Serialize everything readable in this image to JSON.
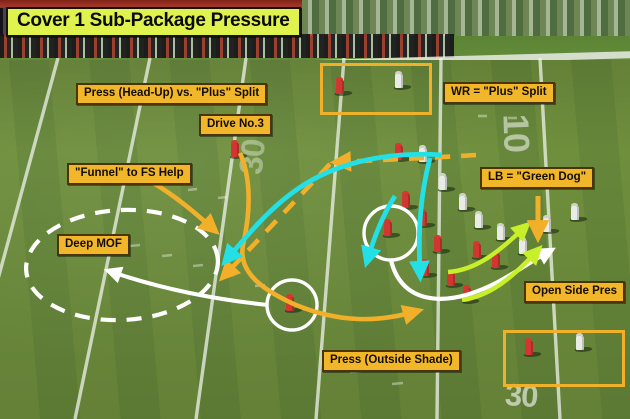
{
  "title": {
    "text": "Cover 1 Sub-Package Pressure",
    "bg_color": "#dff24e",
    "text_color": "#0b0b06"
  },
  "theme": {
    "label_bg": "#f2b62a",
    "label_border": "#4a3408",
    "highlight_box": "#f0b02a",
    "arrow_orange": "#f2b02a",
    "arrow_cyan": "#22e0e6",
    "arrow_white": "#ffffff",
    "arrow_green": "#c8f02a",
    "field_green": "#6b8b3c"
  },
  "labels": [
    {
      "id": "press-head-up",
      "text": "Press (Head-Up) vs. \"Plus\" Split"
    },
    {
      "id": "wr-plus-split",
      "text": "WR = \"Plus\" Split"
    },
    {
      "id": "drive-no-3",
      "text": "Drive No.3"
    },
    {
      "id": "funnel-fs-help",
      "text": "\"Funnel\" to FS Help"
    },
    {
      "id": "lb-green-dog",
      "text": "LB = \"Green Dog\""
    },
    {
      "id": "deep-mof",
      "text": "Deep MOF"
    },
    {
      "id": "open-side-press",
      "text": "Open Side Pres"
    },
    {
      "id": "press-outside-shade",
      "text": "Press (Outside Shade)"
    }
  ],
  "field_markings": {
    "yard_numbers": [
      "10",
      "30"
    ]
  },
  "annotations": {
    "highlight_boxes": [
      {
        "id": "top-matchup-box",
        "label_ref": "press-head-up"
      },
      {
        "id": "bottom-right-matchup-box",
        "label_ref": "press-outside-shade"
      }
    ],
    "circles": [
      {
        "id": "fs-circle"
      },
      {
        "id": "defender-circle"
      }
    ],
    "ellipses": [
      {
        "id": "deep-mof-ellipse",
        "style": "dashed"
      }
    ],
    "arrows": [
      {
        "id": "drive-no3-dashed-arrow",
        "color": "#f2b02a",
        "style": "dashed"
      },
      {
        "id": "drive-no3-dashed-arrow-2",
        "color": "#f2b02a",
        "style": "dashed"
      },
      {
        "id": "funnel-arrow",
        "color": "#f2b02a",
        "style": "solid"
      },
      {
        "id": "corner-cross-arrow",
        "color": "#f2b02a",
        "style": "solid"
      },
      {
        "id": "wr-release-cyan-left",
        "color": "#22e0e6",
        "style": "solid"
      },
      {
        "id": "wr-release-cyan-right",
        "color": "#22e0e6",
        "style": "solid"
      },
      {
        "id": "lb-green-dog-pointer",
        "color": "#f2b02a",
        "style": "solid"
      },
      {
        "id": "fs-deep-mof-arrow",
        "color": "#ffffff",
        "style": "solid"
      },
      {
        "id": "open-side-blitz-white",
        "color": "#ffffff",
        "style": "solid"
      },
      {
        "id": "open-side-blitz-green-1",
        "color": "#c8f02a",
        "style": "solid"
      },
      {
        "id": "open-side-blitz-green-2",
        "color": "#c8f02a",
        "style": "solid"
      }
    ]
  }
}
